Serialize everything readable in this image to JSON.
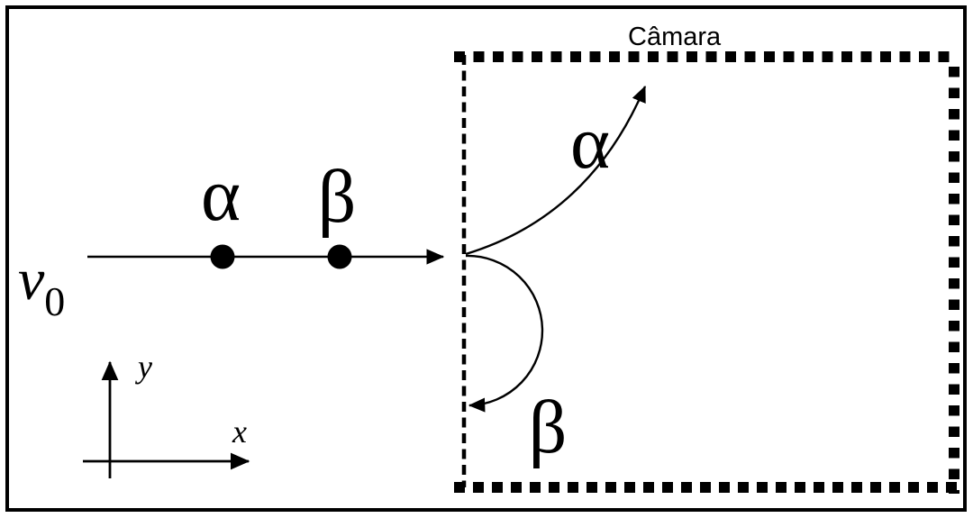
{
  "figure": {
    "chamber_label": "Câmara",
    "beam": {
      "velocity_base": "v",
      "velocity_sub": "0",
      "alpha_symbol": "α",
      "beta_symbol": "β"
    },
    "deflections": {
      "alpha_symbol": "α",
      "beta_symbol": "β"
    },
    "axes": {
      "x_label": "x",
      "y_label": "y"
    },
    "colors": {
      "ink": "#000000",
      "background": "#ffffff"
    }
  }
}
